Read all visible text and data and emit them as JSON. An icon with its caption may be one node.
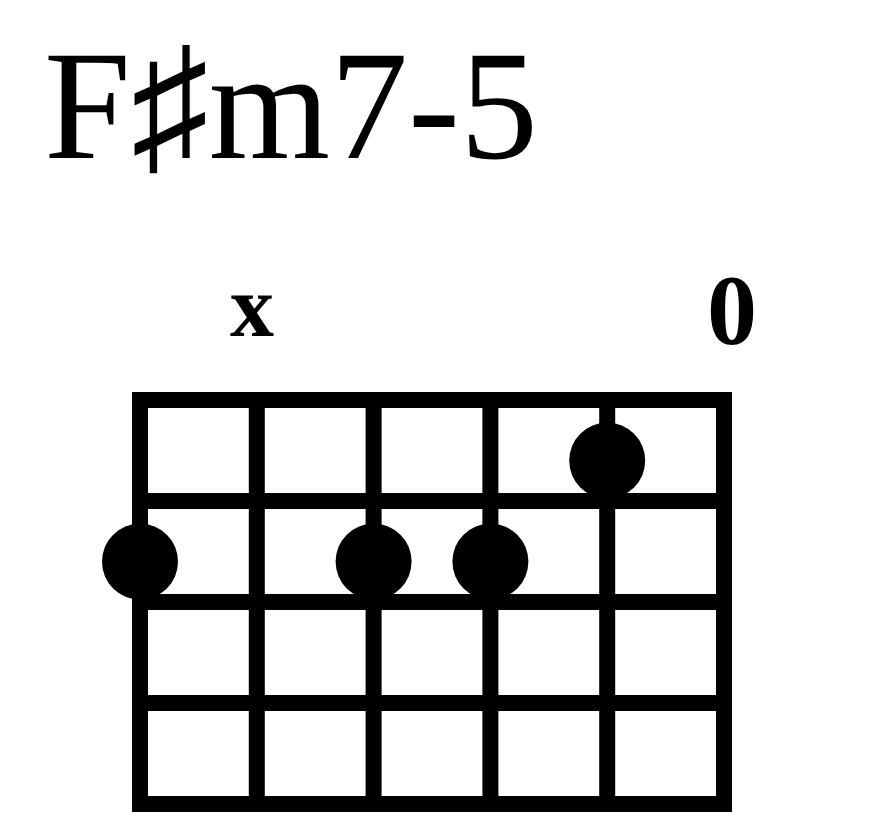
{
  "diagram": {
    "title": "F♯m7-5",
    "labels": [
      "x",
      "0"
    ]
  }
}
